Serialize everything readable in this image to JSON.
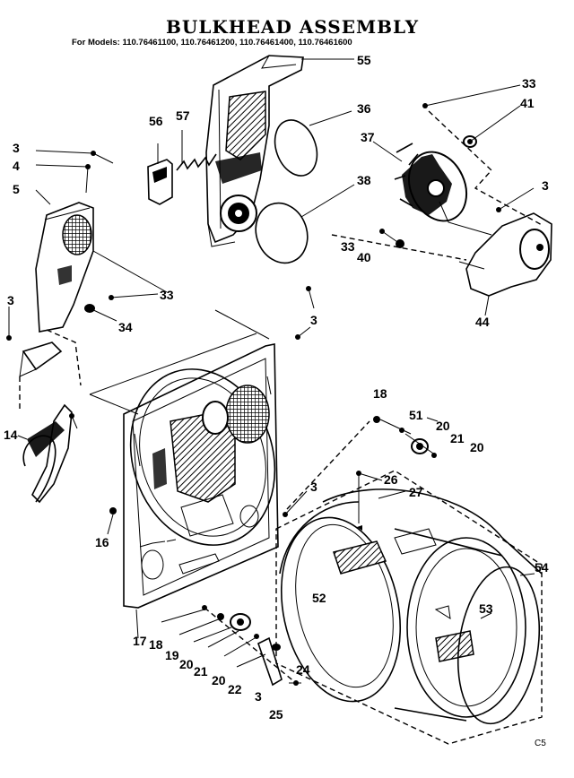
{
  "title": "BULKHEAD ASSEMBLY",
  "subtitle": "For Models: 110.76461100, 110.76461200, 110.76461400, 110.76461600",
  "callouts": [
    {
      "id": "c3a",
      "text": "3"
    },
    {
      "id": "c4",
      "text": "4"
    },
    {
      "id": "c5",
      "text": "5"
    },
    {
      "id": "c3b",
      "text": "3"
    },
    {
      "id": "c14",
      "text": "14"
    },
    {
      "id": "c33a",
      "text": "33"
    },
    {
      "id": "c34",
      "text": "34"
    },
    {
      "id": "c56",
      "text": "56"
    },
    {
      "id": "c57",
      "text": "57"
    },
    {
      "id": "c55",
      "text": "55"
    },
    {
      "id": "c36",
      "text": "36"
    },
    {
      "id": "c37",
      "text": "37"
    },
    {
      "id": "c38",
      "text": "38"
    },
    {
      "id": "c33b",
      "text": "33"
    },
    {
      "id": "c41",
      "text": "41"
    },
    {
      "id": "c3c",
      "text": "3"
    },
    {
      "id": "c33c",
      "text": "33"
    },
    {
      "id": "c40",
      "text": "40"
    },
    {
      "id": "c44",
      "text": "44"
    },
    {
      "id": "c3d",
      "text": "3"
    },
    {
      "id": "c18a",
      "text": "18"
    },
    {
      "id": "c51",
      "text": "51"
    },
    {
      "id": "c20a",
      "text": "20"
    },
    {
      "id": "c21a",
      "text": "21"
    },
    {
      "id": "c20b",
      "text": "20"
    },
    {
      "id": "c3e",
      "text": "3"
    },
    {
      "id": "c26",
      "text": "26"
    },
    {
      "id": "c27",
      "text": "27"
    },
    {
      "id": "c16",
      "text": "16"
    },
    {
      "id": "c52",
      "text": "52"
    },
    {
      "id": "c54",
      "text": "54"
    },
    {
      "id": "c53",
      "text": "53"
    },
    {
      "id": "c17",
      "text": "17"
    },
    {
      "id": "c18b",
      "text": "18"
    },
    {
      "id": "c19",
      "text": "19"
    },
    {
      "id": "c20c",
      "text": "20"
    },
    {
      "id": "c21b",
      "text": "21"
    },
    {
      "id": "c20d",
      "text": "20"
    },
    {
      "id": "c22",
      "text": "22"
    },
    {
      "id": "c24",
      "text": "24"
    },
    {
      "id": "c3f",
      "text": "3"
    },
    {
      "id": "c25",
      "text": "25"
    }
  ],
  "page_code": "C5"
}
